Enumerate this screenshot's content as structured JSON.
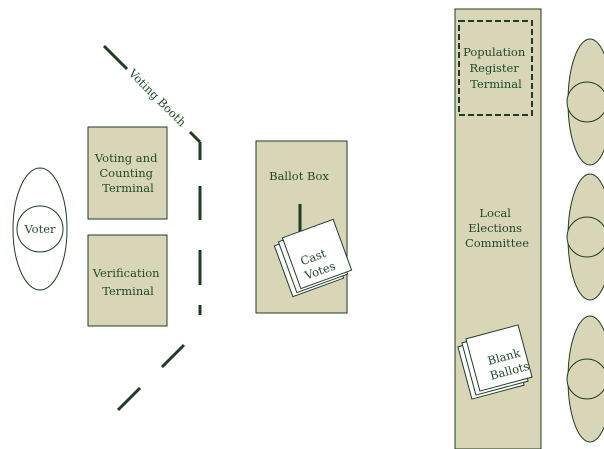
{
  "labels": {
    "voting_booth": "Voting Booth",
    "voter": "Voter",
    "voting_terminal": [
      "Voting and",
      "Counting",
      "Terminal"
    ],
    "verification_terminal": [
      "Verification",
      "Terminal"
    ],
    "ballot_box": "Ballot Box",
    "cast_votes": [
      "Cast",
      "Votes"
    ],
    "population_register": [
      "Population",
      "Register",
      "Terminal"
    ],
    "committee": [
      "Local",
      "Elections",
      "Committee"
    ],
    "blank_ballots": [
      "Blank",
      "Ballots"
    ]
  },
  "colors": {
    "box_fill": "#d8d6b6",
    "stroke": "#1d3d24",
    "text": "#1f4a2a"
  }
}
